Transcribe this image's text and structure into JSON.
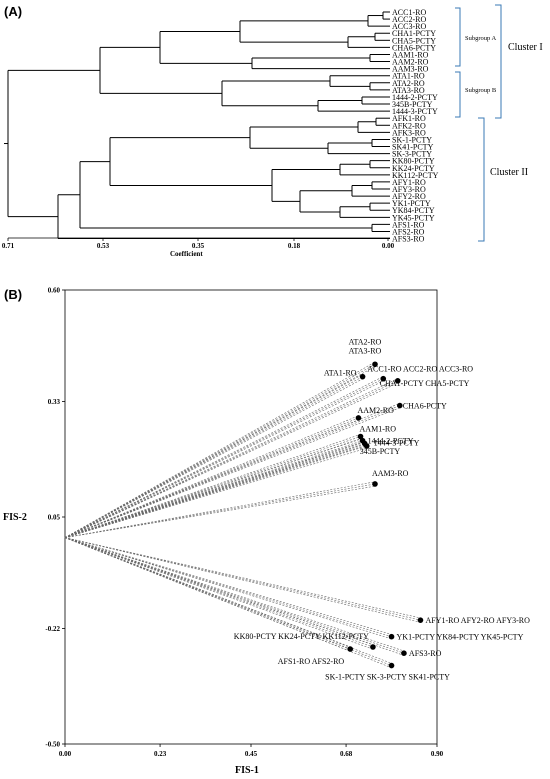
{
  "panel_a": {
    "label": "(A)",
    "leaves": [
      "ACC1-RO",
      "ACC2-RO",
      "ACC3-RO",
      "CHA1-PCTY",
      "CHA5-PCTY",
      "CHA6-PCTY",
      "AAM1-RO",
      "AAM2-RO",
      "AAM3-RO",
      "ATA1-RO",
      "ATA2-RO",
      "ATA3-RO",
      "1444-2-PCTY",
      "345B-PCTY",
      "1444-3-PCTY",
      "AFK1-RO",
      "AFK2-RO",
      "AFK3-RO",
      "SK-1-PCTY",
      "SK41-PCTY",
      "SK-3-PCTY",
      "KK80-PCTY",
      "KK24-PCTY",
      "KK112-PCTY",
      "AFY1-RO",
      "AFY3-RO",
      "AFY2-RO",
      "YK1-PCTY",
      "YK84-PCTY",
      "YK45-PCTY",
      "AFS1-RO",
      "AFS2-RO",
      "AFS3-RO"
    ],
    "axis_ticks": [
      "0.71",
      "0.53",
      "0.35",
      "0.18",
      "0.00"
    ],
    "axis_label": "Coefficient",
    "subgroup_a": "Subgroup A",
    "subgroup_b": "Subgroup B",
    "cluster_1": "Cluster I",
    "cluster_2": "Cluster II"
  },
  "panel_b": {
    "label": "(B)",
    "x_ticks": [
      "0.00",
      "0.23",
      "0.45",
      "0.68",
      "0.90"
    ],
    "y_ticks": [
      "0.60",
      "0.33",
      "0.05",
      "-0.22",
      "-0.50"
    ],
    "xlabel": "FIS-1",
    "ylabel": "FIS-2",
    "point_labels": {
      "ata23": "ATA2-RO\nATA3-RO",
      "ata1": "ATA1-RO",
      "acc": "ACC1-RO ACC2-RO ACC3-RO",
      "cha15": "CHA1-PCTY CHA5-PCTY",
      "cha6": "CHA6-PCTY",
      "aam2": "AAM2-RO",
      "aam1": "AAM1-RO",
      "p14442": "1444-2-PCTY",
      "p14443": "1444-3-PCTY",
      "p345b": "345B-PCTY",
      "aam3": "AAM3-RO",
      "afy": "AFY1-RO AFY2-RO AFY3-RO",
      "yk": "YK1-PCTY YK84-PCTY YK45-PCTY",
      "kk": "KK80-PCTY KK24-PCTY KK112-PCTY",
      "afs3": "AFS3-RO",
      "afs12": "AFS1-RO AFS2-RO",
      "sk": "SK-1-PCTY SK-3-PCTY SK41-PCTY"
    }
  },
  "chart_data": [
    {
      "type": "dendrogram",
      "x_axis_label": "Coefficient",
      "x_ticks": [
        0.71,
        0.53,
        0.35,
        0.18,
        0.0
      ],
      "leaves": [
        "ACC1-RO",
        "ACC2-RO",
        "ACC3-RO",
        "CHA1-PCTY",
        "CHA5-PCTY",
        "CHA6-PCTY",
        "AAM1-RO",
        "AAM2-RO",
        "AAM3-RO",
        "ATA1-RO",
        "ATA2-RO",
        "ATA3-RO",
        "1444-2-PCTY",
        "345B-PCTY",
        "1444-3-PCTY",
        "AFK1-RO",
        "AFK2-RO",
        "AFK3-RO",
        "SK-1-PCTY",
        "SK41-PCTY",
        "SK-3-PCTY",
        "KK80-PCTY",
        "KK24-PCTY",
        "KK112-PCTY",
        "AFY1-RO",
        "AFY3-RO",
        "AFY2-RO",
        "YK1-PCTY",
        "YK84-PCTY",
        "YK45-PCTY",
        "AFS1-RO",
        "AFS2-RO",
        "AFS3-RO"
      ],
      "groups": {
        "Subgroup A": [
          "ACC1-RO",
          "ACC2-RO",
          "ACC3-RO",
          "CHA1-PCTY",
          "CHA5-PCTY",
          "CHA6-PCTY",
          "AAM1-RO",
          "AAM2-RO",
          "AAM3-RO"
        ],
        "Subgroup B": [
          "ATA1-RO",
          "ATA2-RO",
          "ATA3-RO",
          "1444-2-PCTY",
          "345B-PCTY",
          "1444-3-PCTY"
        ],
        "Cluster I": "Subgroup A + Subgroup B",
        "Cluster II": [
          "AFK1-RO",
          "AFK2-RO",
          "AFK3-RO",
          "SK-1-PCTY",
          "SK41-PCTY",
          "SK-3-PCTY",
          "KK80-PCTY",
          "KK24-PCTY",
          "KK112-PCTY",
          "AFY1-RO",
          "AFY3-RO",
          "AFY2-RO",
          "YK1-PCTY",
          "YK84-PCTY",
          "YK45-PCTY",
          "AFS1-RO",
          "AFS2-RO",
          "AFS3-RO"
        ]
      }
    },
    {
      "type": "scatter",
      "xlabel": "FIS-1",
      "ylabel": "FIS-2",
      "xlim": [
        0.0,
        0.9
      ],
      "ylim": [
        -0.5,
        0.6
      ],
      "x_ticks": [
        0.0,
        0.23,
        0.45,
        0.68,
        0.9
      ],
      "y_ticks": [
        0.6,
        0.33,
        0.05,
        -0.22,
        -0.5
      ],
      "origin": [
        0.0,
        0.0
      ],
      "points": [
        {
          "label": "ATA2-RO ATA3-RO",
          "x": 0.75,
          "y": 0.42
        },
        {
          "label": "ATA1-RO",
          "x": 0.72,
          "y": 0.39
        },
        {
          "label": "ACC1-RO ACC2-RO ACC3-RO",
          "x": 0.77,
          "y": 0.385
        },
        {
          "label": "CHA1-PCTY CHA5-PCTY",
          "x": 0.805,
          "y": 0.38
        },
        {
          "label": "CHA6-PCTY",
          "x": 0.81,
          "y": 0.32
        },
        {
          "label": "AAM2-RO",
          "x": 0.71,
          "y": 0.29
        },
        {
          "label": "AAM1-RO",
          "x": 0.715,
          "y": 0.245
        },
        {
          "label": "1444-2-PCTY",
          "x": 0.72,
          "y": 0.235
        },
        {
          "label": "1444-3-PCTY",
          "x": 0.725,
          "y": 0.228
        },
        {
          "label": "345B-PCTY",
          "x": 0.73,
          "y": 0.222
        },
        {
          "label": "AAM3-RO",
          "x": 0.75,
          "y": 0.13
        },
        {
          "label": "AFY1-RO AFY2-RO AFY3-RO",
          "x": 0.86,
          "y": -0.2
        },
        {
          "label": "YK1-PCTY YK84-PCTY YK45-PCTY",
          "x": 0.79,
          "y": -0.24
        },
        {
          "label": "KK80-PCTY KK24-PCTY KK112-PCTY",
          "x": 0.745,
          "y": -0.265
        },
        {
          "label": "AFS3-RO",
          "x": 0.82,
          "y": -0.28
        },
        {
          "label": "AFS1-RO AFS2-RO",
          "x": 0.69,
          "y": -0.27
        },
        {
          "label": "SK-1-PCTY SK-3-PCTY SK41-PCTY",
          "x": 0.79,
          "y": -0.31
        }
      ]
    }
  ]
}
